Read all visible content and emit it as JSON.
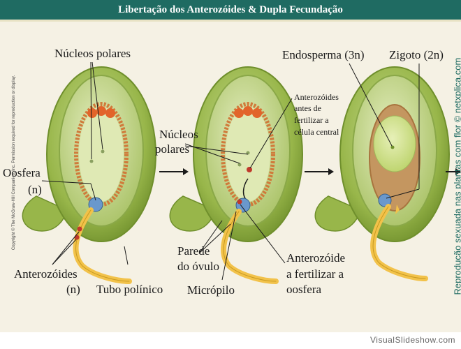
{
  "title": "Libertação dos Anterozóides & Dupla Fecundação",
  "copyright": "Copyright © The McGraw-Hill Companies, Inc. Permission required for reproduction or display.",
  "side_caption": "Reprodução sexuada nas plantas com flor © netxplica.com",
  "footer": "VisualSlideshow.com",
  "labels": {
    "nucleos_polares_1": "Núcleos polares",
    "oosfera": "Oosfera",
    "oosfera_n": "(n)",
    "anterozoides": "Anterozóides",
    "anterozoides_n": "(n)",
    "tubo_polinico": "Tubo polínico",
    "nucleos_polares_2a": "Núcleos",
    "nucleos_polares_2b": "polares",
    "antes_1": "Anterozóides",
    "antes_2": "antes de",
    "antes_3": "fertilizar a",
    "antes_4": "célula central",
    "parede_1": "Parede",
    "parede_2": "do óvulo",
    "micropilo": "Micrópilo",
    "fert_1": "Anterozóide",
    "fert_2": "a fertilizar a",
    "fert_3": "oosfera",
    "endosperma": "Endosperma (3n)",
    "zigoto": "Zigoto (2n)"
  },
  "colors": {
    "title_bar": "#1f6b62",
    "outer_integument": "#98b64a",
    "inner_integument": "#c8d98a",
    "embryo_sac": "#dfe9b4",
    "pollen_tube": "#f2c24a",
    "egg_cell": "#6a98cc",
    "antipodals": "#e2642a",
    "endosperm": "#c9dc7e"
  }
}
